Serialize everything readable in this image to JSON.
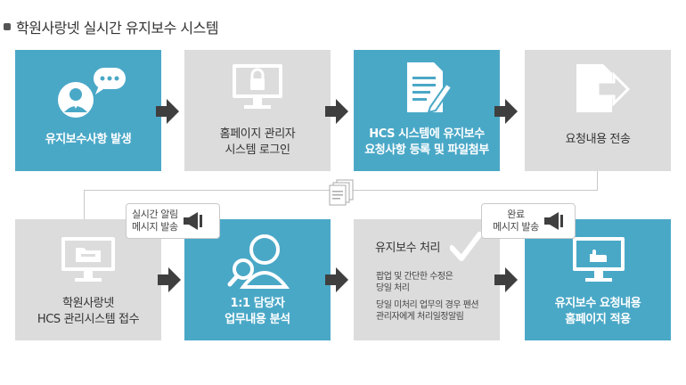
{
  "title": "학원사랑넷 실시간 유지보수 시스템",
  "steps": {
    "s1": "유지보수사항 발생",
    "s2": "홈페이지 관리자\n시스템 로그인",
    "s3": "HCS 시스템에 유지보수\n요청사항 등록 및 파일첨부",
    "s4": "요청내용 전송",
    "s5": "학원사랑넷\nHCS 관리시스템 접수",
    "s6": "1:1 담당자\n업무내용 분석",
    "s7_title": "유지보수 처리",
    "s7_line1": "팝업 및 간단한 수정은\n당일 처리",
    "s7_line2": "당일 미처리 업무의 경우 펜션\n관리자에게 처리일정알림",
    "s8": "유지보수 요청내용\n홈페이지 적용"
  },
  "bubbles": {
    "b1": "실시간 알림\n메시지 발송",
    "b2": "완료\n메시지 발송"
  },
  "colors": {
    "blue": "#4aa8c7",
    "gray": "#dcdcdc",
    "arrow": "#3f3f3f"
  },
  "icons": [
    "user-chat-icon",
    "lock-monitor-icon",
    "document-pen-icon",
    "send-document-icon",
    "folder-monitor-icon",
    "search-user-icon",
    "checkmark-icon",
    "hand-monitor-icon",
    "speaker-icon",
    "documents-icon"
  ]
}
